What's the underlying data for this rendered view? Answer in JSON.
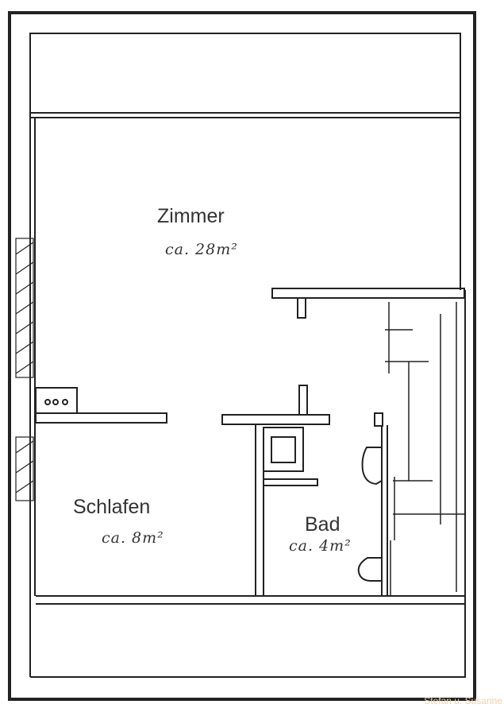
{
  "rooms": [
    {
      "name": "Zimmer",
      "area": "ca. 28m²"
    },
    {
      "name": "Schlafen",
      "area": "ca. 8m²"
    },
    {
      "name": "Bad",
      "area": "ca. 4m²"
    }
  ],
  "watermark": "Stefan u. Susanne",
  "colors": {
    "ink": "#222222",
    "watermark": "#f5cfa0"
  }
}
